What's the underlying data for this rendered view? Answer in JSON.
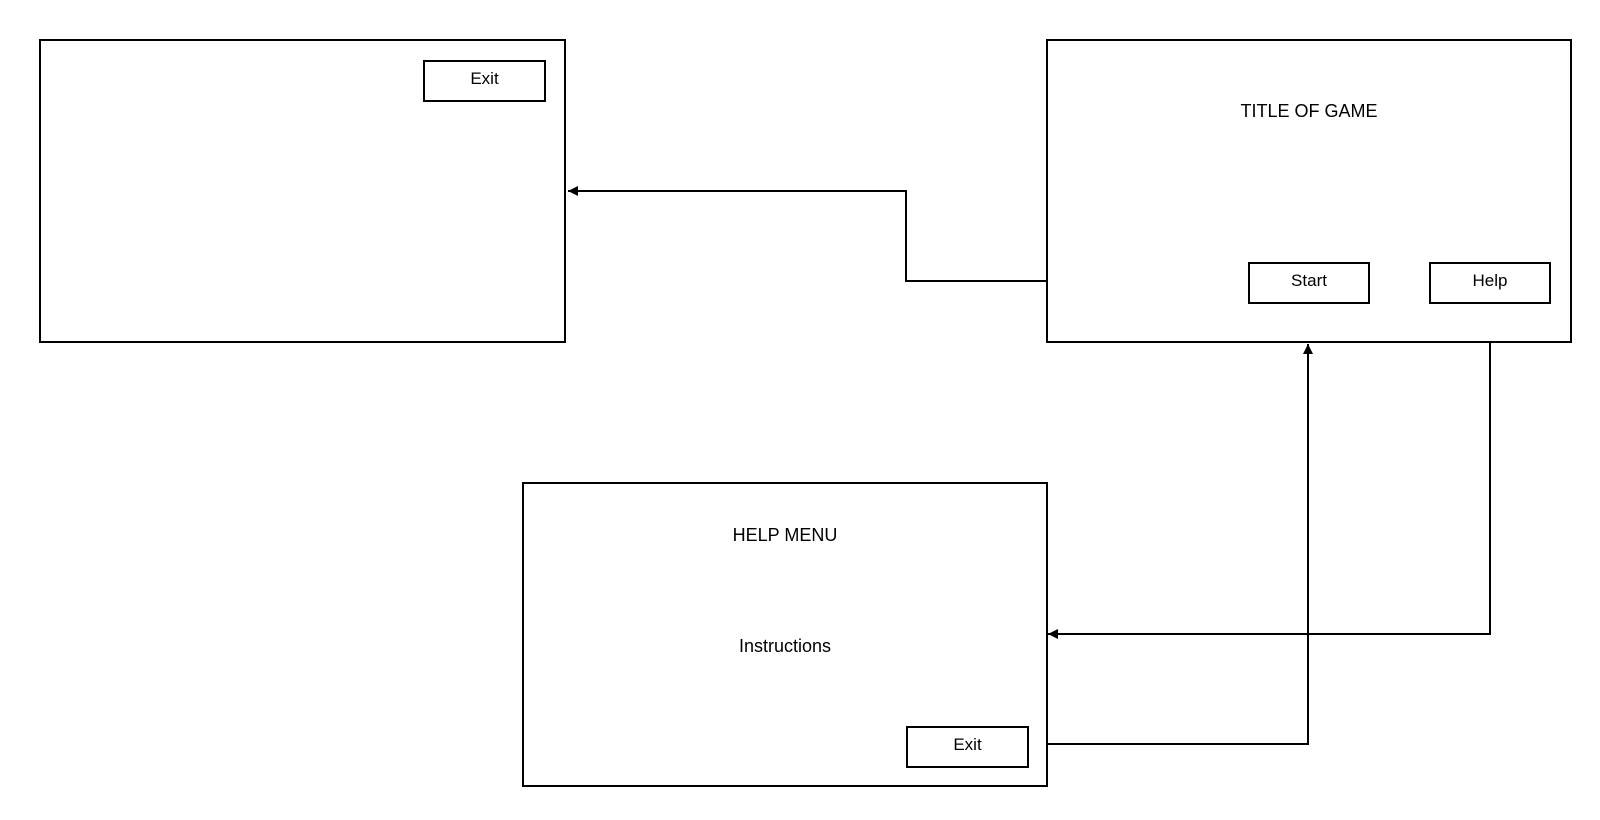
{
  "game_screen": {
    "exit_label": "Exit"
  },
  "title_screen": {
    "title": "TITLE OF GAME",
    "start_label": "Start",
    "help_label": "Help"
  },
  "help_screen": {
    "title": "HELP MENU",
    "instructions": "Instructions",
    "exit_label": "Exit"
  },
  "colors": {
    "stroke": "#000000",
    "background": "#ffffff"
  }
}
